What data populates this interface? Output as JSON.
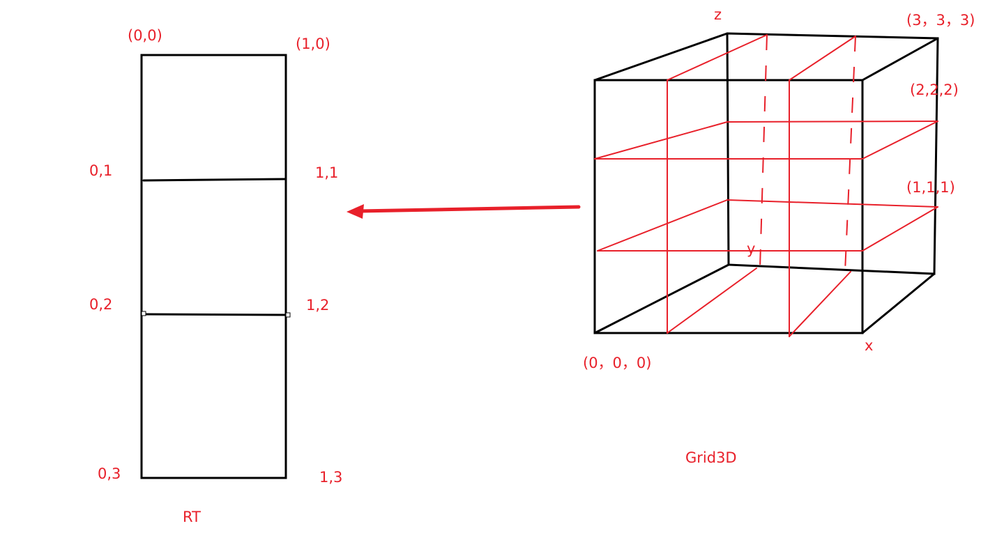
{
  "rt": {
    "title": "RT",
    "corners": {
      "c00": "(0,0)",
      "c10": "(1,0)",
      "c01": "0,1",
      "c11": "1,1",
      "c02": "0,2",
      "c12": "1,2",
      "c03": "0,3",
      "c13": "1,3"
    }
  },
  "grid3d": {
    "title": "Grid3D",
    "axes": {
      "x": "x",
      "y": "y",
      "z": "z"
    },
    "points": {
      "p000": "(0，0，0)",
      "p111": "(1,1,1)",
      "p222": "(2,2,2)",
      "p333": "(3，3，3)"
    }
  },
  "colors": {
    "accent": "#e8202a",
    "line": "#000000"
  }
}
